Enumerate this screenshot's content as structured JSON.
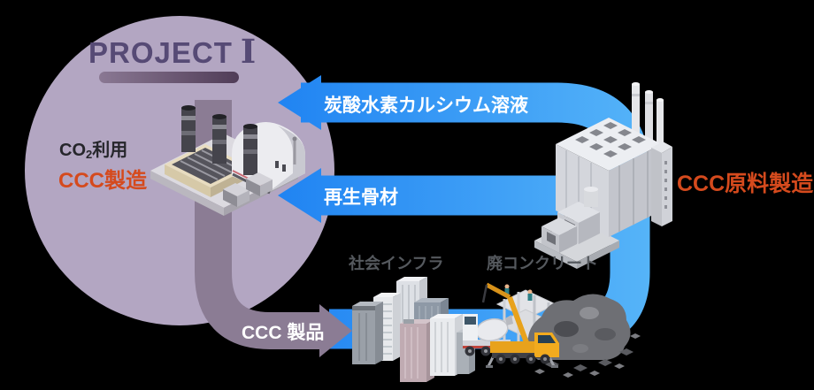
{
  "colors": {
    "background": "#000000",
    "circle": "#b3a6c2",
    "project_title": "#564a75",
    "underline_start": "#8a7893",
    "underline_end": "#503c57",
    "purple_flow": "#8b7c94",
    "blue_flow_start": "#1e82f2",
    "blue_flow_end": "#5ab8f9",
    "accent_orange": "#d54a1d",
    "label_gray": "#55595e",
    "co2_text": "#26262b",
    "flow_text": "#ffffff"
  },
  "project": {
    "title": "PROJECT",
    "numeral": "I"
  },
  "nodes": {
    "ccc_manufacturing": {
      "line1_prefix": "CO",
      "line1_sub": "2",
      "line1_suffix": "利用",
      "line2": "CCC製造"
    },
    "raw_material": {
      "label": "CCC原料製造"
    },
    "infrastructure": {
      "label": "社会インフラ"
    },
    "waste_concrete": {
      "label": "廃コンクリート"
    }
  },
  "flows": {
    "solution": {
      "label": "炭酸水素カルシウム溶液"
    },
    "aggregate": {
      "label": "再生骨材"
    },
    "product": {
      "label": "CCC 製品"
    }
  }
}
